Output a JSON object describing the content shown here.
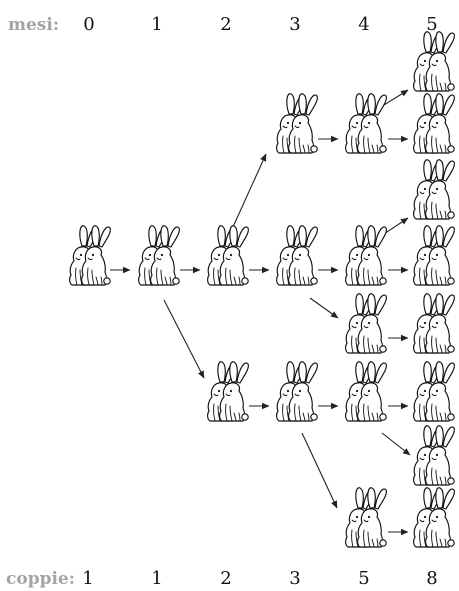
{
  "header": {
    "months_label": "mesi:",
    "months": [
      "0",
      "1",
      "2",
      "3",
      "4",
      "5"
    ]
  },
  "footer": {
    "pairs_label": "coppie:",
    "pairs": [
      "1",
      "1",
      "2",
      "3",
      "5",
      "8"
    ]
  },
  "icons": {
    "pair": "rabbit-pair-icon",
    "arrow": "arrow-icon"
  }
}
